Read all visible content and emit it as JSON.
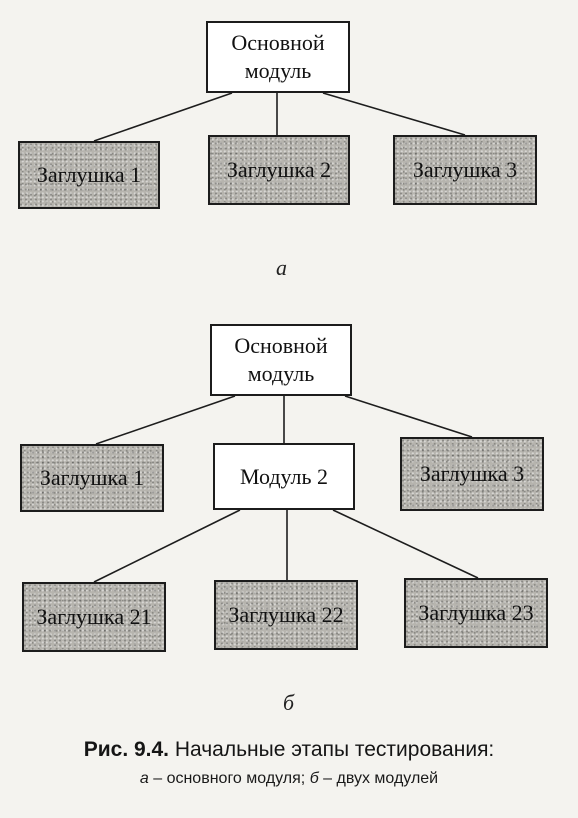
{
  "diagram_a": {
    "root": {
      "line1": "Основной",
      "line2": "модуль"
    },
    "stubs": [
      "Заглушка 1",
      "Заглушка 2",
      "Заглушка 3"
    ],
    "label": "а"
  },
  "diagram_b": {
    "root": {
      "line1": "Основной",
      "line2": "модуль"
    },
    "level1": {
      "left": "Заглушка 1",
      "middle": "Модуль 2",
      "right": "Заглушка 3"
    },
    "level2": [
      "Заглушка 21",
      "Заглушка 22",
      "Заглушка 23"
    ],
    "label": "б"
  },
  "caption": {
    "figure_number": "Рис. 9.4.",
    "title": " Начальные этапы тестирования:",
    "sub_a_letter": "а",
    "sub_a_text": " – основного модуля; ",
    "sub_b_letter": "б",
    "sub_b_text": " – двух модулей"
  },
  "colors": {
    "stub_fill": "#b6b4ae",
    "module_fill": "#ffffff",
    "border": "#1c1c1c",
    "background": "#f4f3ef"
  }
}
